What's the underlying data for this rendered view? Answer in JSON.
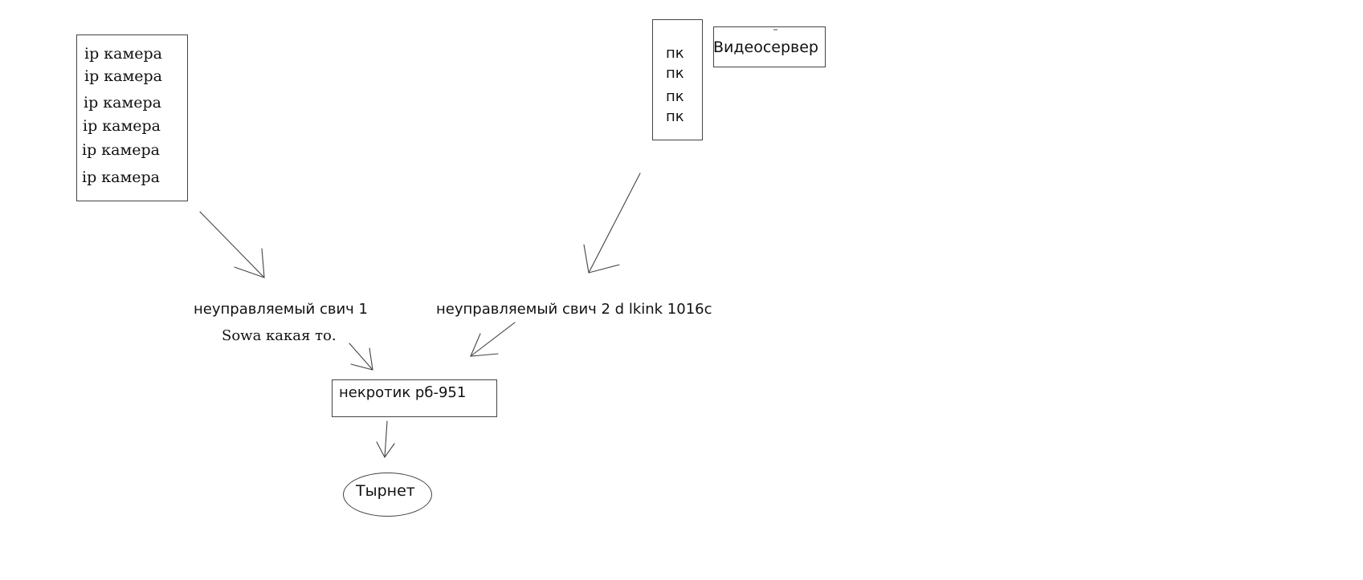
{
  "cameras": {
    "labels": [
      "ip камера",
      "ip камера",
      "ip камера",
      "ip камера",
      "ip камера",
      "ip камера"
    ]
  },
  "pcs": {
    "labels": [
      "пк",
      "пк",
      "пк",
      "пк"
    ]
  },
  "videoserver": {
    "label": "Видеосервер"
  },
  "switch1": {
    "label": "неуправляемый свич 1",
    "sublabel": "Sowa какая то."
  },
  "switch2": {
    "label": "неуправляемый свич 2 d lkink 1016c"
  },
  "router": {
    "label": "некротик рб-951"
  },
  "internet": {
    "label": "Тырнет"
  },
  "colors": {
    "stroke": "#444444",
    "text": "#111111",
    "background": "#ffffff"
  }
}
